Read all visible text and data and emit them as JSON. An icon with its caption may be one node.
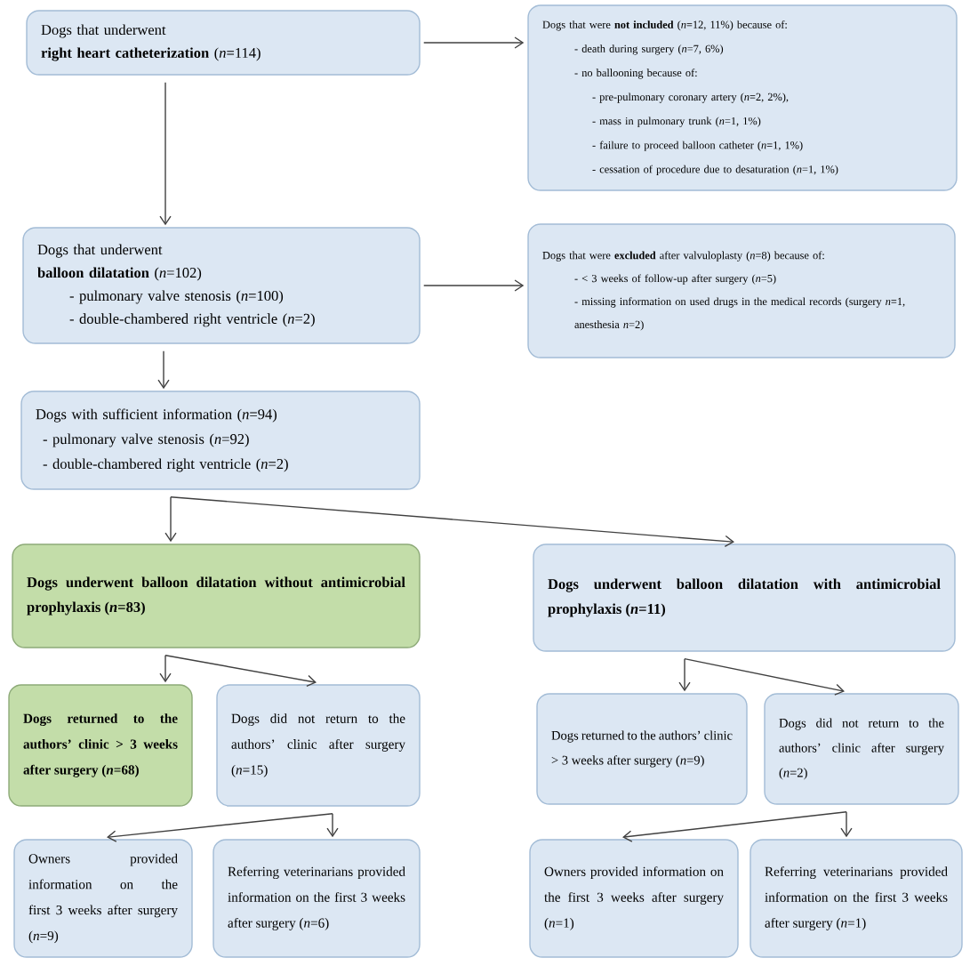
{
  "diagram": {
    "nodes": [
      {
        "text": [
          "Dogs that underwent",
          "**right heart catheterization** (*n*=114)"
        ]
      },
      {
        "text": [
          "Dogs that were **not included** (*n*=12, 11%) because of:",
          "- death during surgery (*n*=7, 6%)",
          "- no ballooning because of:",
          "- pre-pulmonary coronary artery (*n*=2, 2%),",
          "- mass in pulmonary trunk (*n*=1, 1%)",
          "- failure to proceed balloon catheter (*n*=1, 1%)",
          "- cessation of procedure due to desaturation (*n*=1, 1%)"
        ]
      },
      {
        "text": [
          "Dogs that underwent",
          "**balloon dilatation** (*n*=102)",
          "- pulmonary valve stenosis (*n*=100)",
          "- double-chambered right ventricle (*n*=2)"
        ]
      },
      {
        "text": [
          "Dogs that were **excluded** after valvuloplasty (*n*=8) because of:",
          "- < 3 weeks of follow-up after surgery (*n*=5)",
          "- missing information on used drugs in the medical records (surgery *n*=1, anesthesia *n*=2)"
        ]
      },
      {
        "text": [
          "Dogs with sufficient information (*n*=94)",
          "- pulmonary valve stenosis (*n*=92)",
          "- double-chambered right ventricle (*n*=2)"
        ]
      },
      {
        "text": [
          "Dogs underwent balloon dilatation without antimicrobial prophylaxis (*n*=83)"
        ]
      },
      {
        "text": [
          "Dogs underwent balloon dilatation with antimicrobial prophylaxis (*n*=11)"
        ]
      },
      {
        "text": [
          "Dogs returned to the authors’ clinic > 3 weeks after surgery (*n*=68)"
        ]
      },
      {
        "text": [
          "Dogs did not return to the authors’ clinic after surgery (*n*=15)"
        ]
      },
      {
        "text": [
          "Dogs returned to the authors’ clinic > 3 weeks after surgery (*n*=9)"
        ]
      },
      {
        "text": [
          "Dogs did not return to the authors’ clinic after surgery (*n*=2)"
        ]
      },
      {
        "text": [
          "Owners provided information on the first 3 weeks after surgery (*n*=9)"
        ]
      },
      {
        "text": [
          "Referring veterinarians provided information on the first 3 weeks after surgery (*n*=6)"
        ]
      },
      {
        "text": [
          "Owners provided information on the first 3 weeks after surgery (*n*=1)"
        ]
      },
      {
        "text": [
          "Referring veterinarians provided information on the first 3 weeks after surgery (*n*=1)"
        ]
      }
    ],
    "edges": [
      {
        "from": 0,
        "to": 1,
        "arrow": "to"
      },
      {
        "from": 0,
        "to": 2,
        "arrow": "to"
      },
      {
        "from": 2,
        "to": 3,
        "arrow": "to"
      },
      {
        "from": 2,
        "to": 4,
        "arrow": "to"
      },
      {
        "from": 4,
        "to": 5,
        "arrow": "to"
      },
      {
        "from": 4,
        "to": 6,
        "arrow": "to"
      },
      {
        "from": 5,
        "to": 7,
        "arrow": "to"
      },
      {
        "from": 5,
        "to": 8,
        "arrow": "to"
      },
      {
        "from": 6,
        "to": 9,
        "arrow": "to"
      },
      {
        "from": 6,
        "to": 10,
        "arrow": "to"
      },
      {
        "from": 8,
        "to": 11,
        "arrow": "to"
      },
      {
        "from": 8,
        "to": 12,
        "arrow": "to"
      },
      {
        "from": 10,
        "to": 13,
        "arrow": "to"
      },
      {
        "from": 10,
        "to": 14,
        "arrow": "to"
      }
    ]
  }
}
